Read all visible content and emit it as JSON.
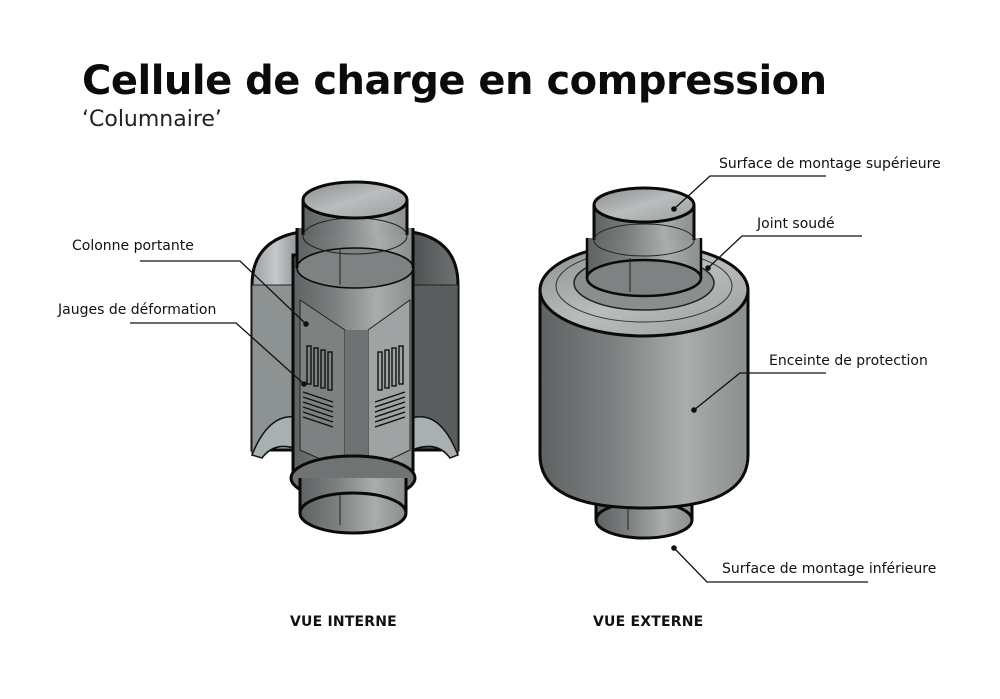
{
  "header": {
    "title": "Cellule de charge en compression",
    "subtitle": "‘Columnaire’"
  },
  "views": {
    "internal": {
      "caption": "VUE INTERNE",
      "callouts": [
        {
          "id": "load-column",
          "label": "Colonne portante"
        },
        {
          "id": "strain-gauges",
          "label": "Jauges de déformation"
        }
      ]
    },
    "external": {
      "caption": "VUE EXTERNE",
      "callouts": [
        {
          "id": "top-mounting-surface",
          "label": "Surface de montage supérieure"
        },
        {
          "id": "welded-joint",
          "label": "Joint soudé"
        },
        {
          "id": "protective-enclosure",
          "label": "Enceinte de protection"
        },
        {
          "id": "bottom-mounting-surface",
          "label": "Surface de montage inférieure"
        }
      ]
    }
  },
  "colors": {
    "metal_light": "#b8bcbc",
    "metal_mid": "#8e9292",
    "metal_dark": "#5c6060",
    "outline": "#0a0a0a",
    "leader_line": "#111111"
  }
}
